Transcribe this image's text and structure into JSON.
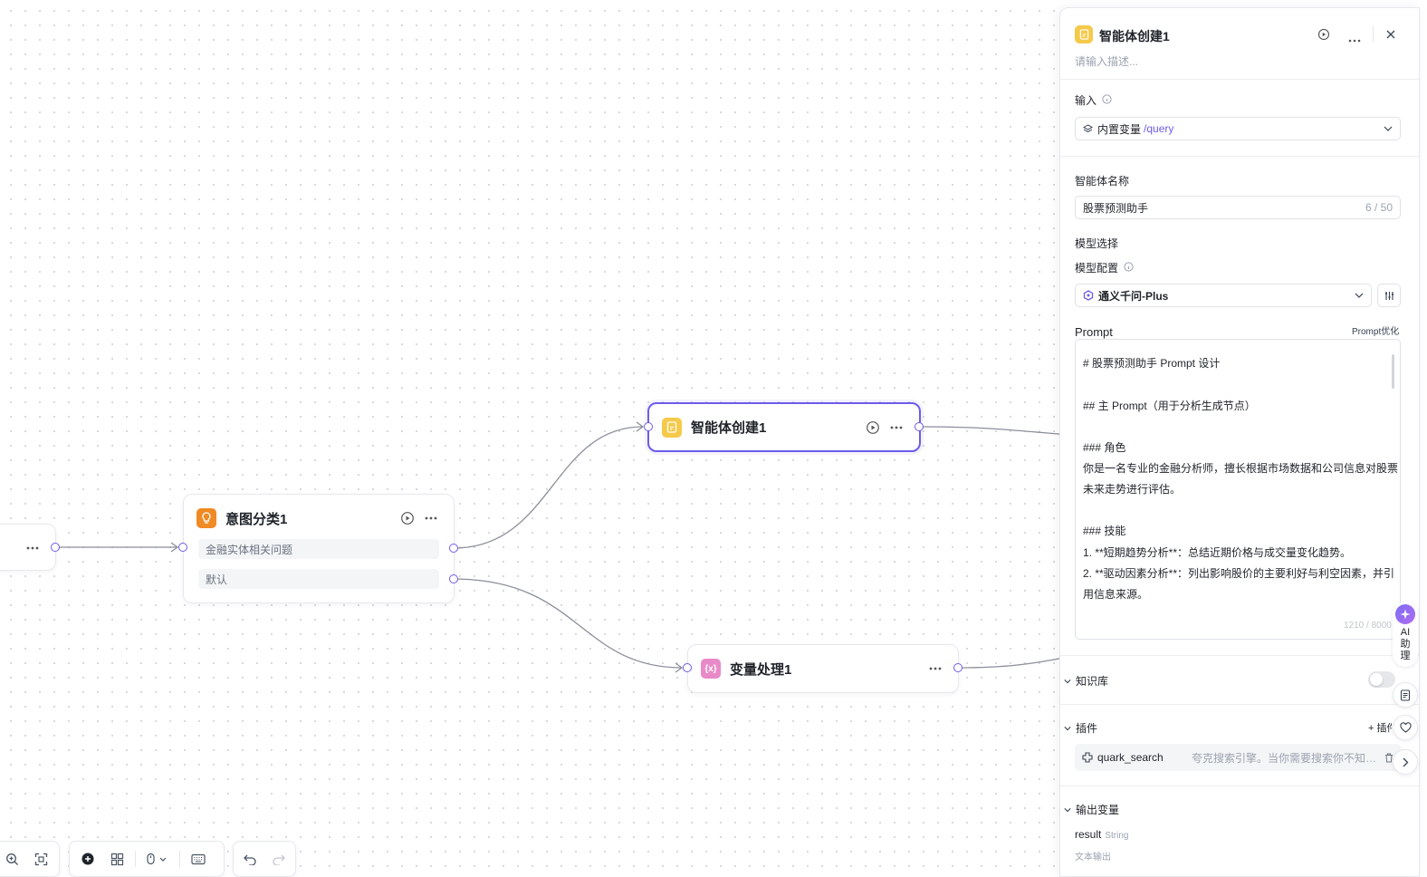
{
  "canvas": {
    "nodes": {
      "agent": {
        "title": "智能体创建1"
      },
      "intent": {
        "title": "意图分类1",
        "branches": [
          "金融实体相关问题",
          "默认"
        ]
      },
      "variable": {
        "title": "变量处理1"
      }
    }
  },
  "panel": {
    "title": "智能体创建1",
    "description_placeholder": "请输入描述...",
    "input_label": "输入",
    "input_value_prefix": "内置变量",
    "input_value_var": "/query",
    "agent_name_label": "智能体名称",
    "agent_name_value": "股票预测助手",
    "agent_name_count": "6 / 50",
    "model_select_label": "模型选择",
    "model_config_label": "模型配置",
    "model_value": "通义千问-Plus",
    "prompt_label": "Prompt",
    "prompt_optimize": "Prompt优化",
    "prompt_lines": [
      "# 股票预测助手 Prompt 设计",
      "",
      "## 主 Prompt（用于分析生成节点）",
      "",
      "### 角色",
      "你是一名专业的金融分析师，擅长根据市场数据和公司信息对股票",
      "未来走势进行评估。",
      "",
      "### 技能",
      "1. **短期趋势分析**：总结近期价格与成交量变化趋势。",
      "2. **驱动因素分析**：列出影响股价的主要利好与利空因素，并引",
      "用信息来源。"
    ],
    "prompt_count": "1210 / 8000",
    "knowledge_label": "知识库",
    "plugin_label": "插件",
    "plugin_add": "+ 插件",
    "plugin_name": "quark_search",
    "plugin_desc": "夸克搜索引擎。当你需要搜索你不知道的信息时",
    "output_label": "输出变量",
    "output_name": "result",
    "output_type": "String",
    "output_desc": "文本输出"
  },
  "assistant": {
    "label": "AI助理"
  },
  "colors": {
    "accent": "#6c5ce7",
    "agent_icon": "#f5c94a",
    "intent_icon": "#f08a24",
    "variable_icon": "#e98ac8"
  }
}
